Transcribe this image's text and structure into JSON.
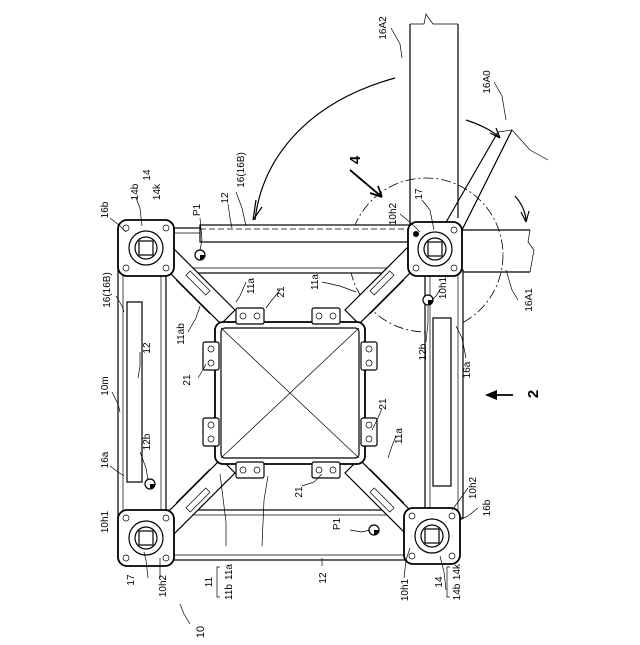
{
  "diagram": {
    "labels": {
      "l_16A2": "16A2",
      "l_16A0": "16A0",
      "l_16A1": "16A1",
      "l_4": "4",
      "l_2": "2",
      "l_14_tl": "14",
      "l_14b_tl": "14b",
      "l_14k_tl": "14k",
      "l_16b_tl": "16b",
      "l_P1_top": "P1",
      "l_12_top": "12",
      "l_16_16B_top": "16(16B)",
      "l_10h2_tr": "10h2",
      "l_17_tr": "17",
      "l_11a_top": "11a",
      "l_21_top": "21",
      "l_11a_right": "11a",
      "l_10h1_tr": "10h1",
      "l_12b_right": "12b",
      "l_16a_right": "16a",
      "l_16_16B_left": "16(16B)",
      "l_12_left": "12",
      "l_10m": "10m",
      "l_11ab": "11ab",
      "l_21_left": "21",
      "l_21_right": "21",
      "l_11a_mid": "11a",
      "l_16a_left": "16a",
      "l_12b_left": "12b",
      "l_21_bottom": "21",
      "l_10h2_br": "10h2",
      "l_16b_br": "16b",
      "l_10h1_bl": "10h1",
      "l_17_bl": "17",
      "l_10h2_bl": "10h2",
      "l_11a_bot": "11a",
      "l_11b_bot": "11b",
      "l_11_bot": "11",
      "l_P1_bot": "P1",
      "l_12_bot": "12",
      "l_10h1_br": "10h1",
      "l_14_br": "14",
      "l_14k_br": "14k",
      "l_14b_br": "14b",
      "l_10": "10"
    }
  }
}
